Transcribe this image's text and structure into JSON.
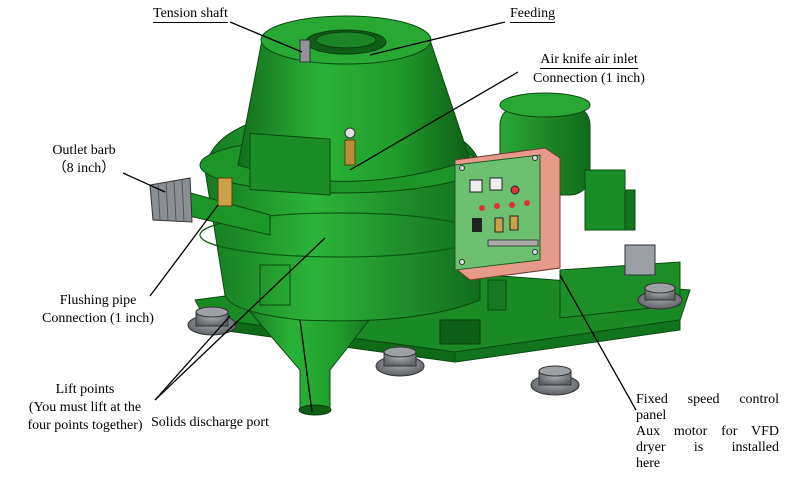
{
  "labels": {
    "tension_shaft": "Tension shaft",
    "feeding": "Feeding",
    "air_knife_line1": "Air knife air inlet",
    "air_knife_line2": "Connection (1 inch)",
    "outlet_line1": "Outlet barb",
    "outlet_line2": "（8 inch）",
    "flushing_line1": "Flushing pipe",
    "flushing_line2": "Connection (1 inch)",
    "lift_line1": "Lift points",
    "lift_line2": "(You must lift at the",
    "lift_line3": "four points together)",
    "solids_discharge": "Solids discharge port",
    "control_line1": "Fixed speed control",
    "control_line2": "panel",
    "control_line3": "Aux motor for VFD",
    "control_line4": "dryer is installed",
    "control_line5": "here"
  },
  "colors": {
    "machine_green": "#1f9a2a",
    "machine_dark": "#0f6a18",
    "machine_light": "#3cc048",
    "panel_pink": "#e79a8a",
    "panel_green": "#6cc070",
    "rubber_gray": "#8a8f95",
    "leader_line": "#000000"
  }
}
